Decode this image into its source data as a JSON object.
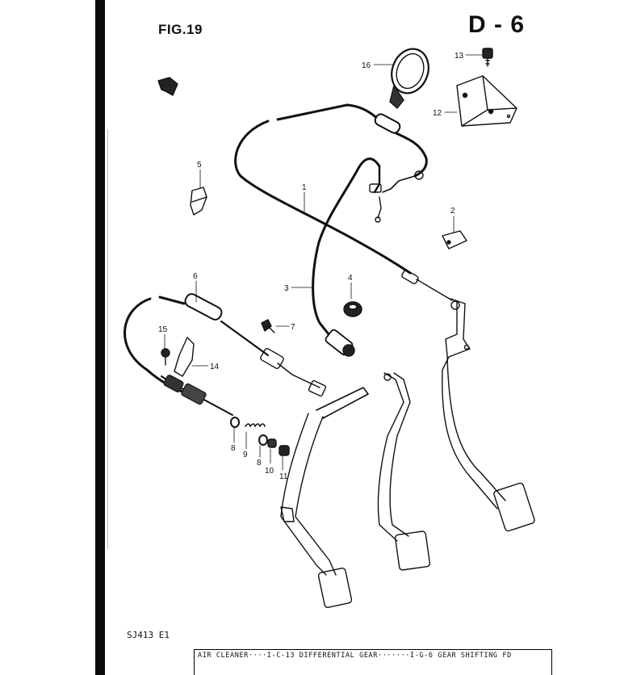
{
  "figure": {
    "number": "FIG.19",
    "page_code": "D - 6"
  },
  "model_code": "SJ413 E1",
  "index_strip": "AIR CLEANER····I-C-13 DIFFERENTIAL GEAR·······I-G-6  GEAR SHIFTING FD",
  "callouts": [
    "1",
    "2",
    "3",
    "4",
    "5",
    "6",
    "7",
    "8",
    "9",
    "8",
    "10",
    "11",
    "12",
    "13",
    "14",
    "15",
    "16"
  ]
}
